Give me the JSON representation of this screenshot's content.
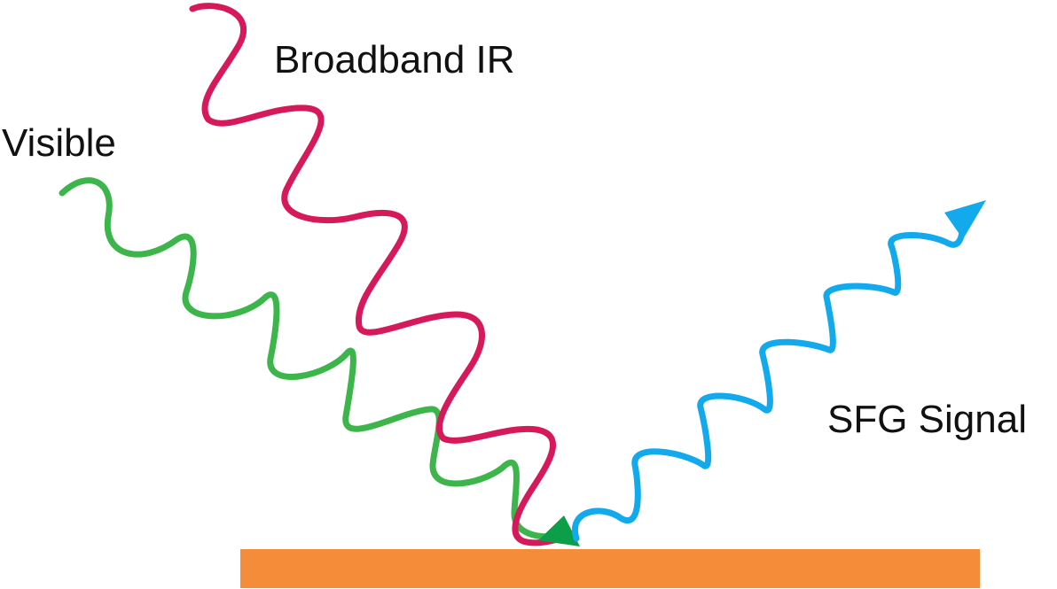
{
  "labels": {
    "broadband_ir": "Broadband IR",
    "visible": "Visible",
    "sfg_signal": "SFG Signal"
  },
  "colors": {
    "broadband_ir": "#d6195a",
    "visible": "#3cb54a",
    "sfg_signal": "#12aaec",
    "surface": "#f48c3a",
    "arrowhead_visible": "#0c9e48",
    "text": "#111111"
  }
}
